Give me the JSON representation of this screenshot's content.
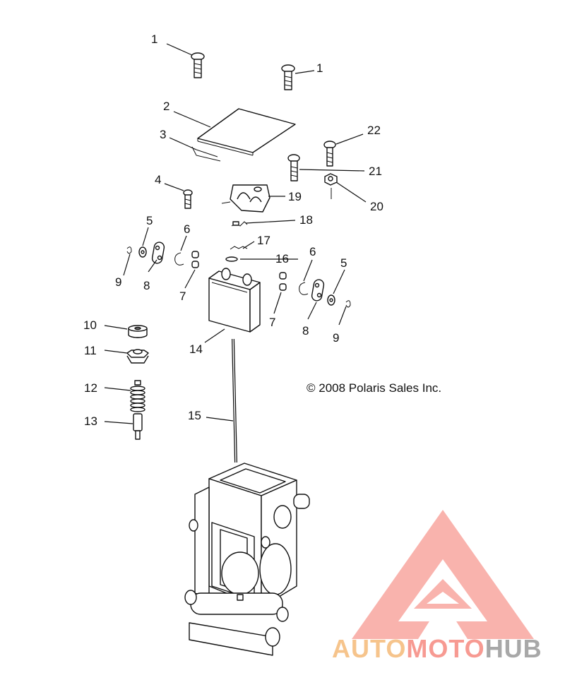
{
  "callouts": {
    "c1a": "1",
    "c1b": "1",
    "c2": "2",
    "c3": "3",
    "c4": "4",
    "c5a": "5",
    "c5b": "5",
    "c6a": "6",
    "c6b": "6",
    "c7a": "7",
    "c7b": "7",
    "c8a": "8",
    "c8b": "8",
    "c9a": "9",
    "c9b": "9",
    "c10": "10",
    "c11": "11",
    "c12": "12",
    "c13": "13",
    "c14": "14",
    "c15": "15",
    "c16": "16",
    "c17": "17",
    "c18": "18",
    "c19": "19",
    "c20": "20",
    "c21": "21",
    "c22": "22"
  },
  "copyright": "© 2008 Polaris Sales Inc.",
  "watermark": {
    "part1": "AUTO",
    "part2": "MOTO",
    "part3": "HUB",
    "colors": {
      "auto": "#f6c48c",
      "moto": "#f79a92",
      "hub": "#a8a8a8",
      "triangle": "#f79a92"
    }
  }
}
